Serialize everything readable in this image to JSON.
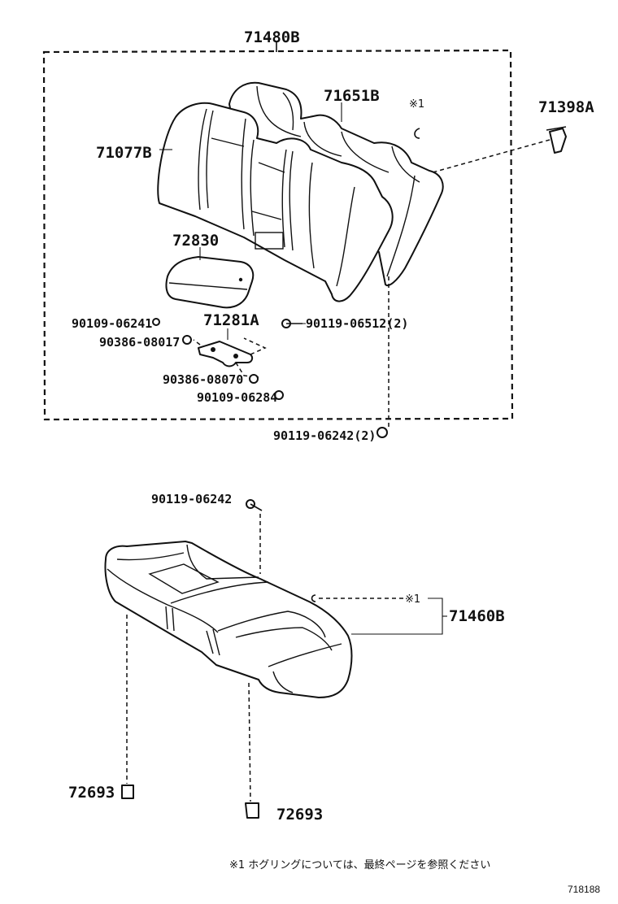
{
  "diagram": {
    "labels": {
      "assy_back": "71480B",
      "cover_a": "71651B",
      "note_mark_top": "※1",
      "clip_a": "71398A",
      "pad_back": "71077B",
      "armrest": "72830",
      "bolt_a": "90109-06241",
      "hinge": "71281A",
      "bolt_b": "90119-06512(2)",
      "nut_a": "90386-08017",
      "nut_b": "90386-08070",
      "bolt_c": "90109-06284",
      "bolt_d": "90119-06242(2)",
      "bolt_e": "90119-06242",
      "note_mark_cushion": "※1",
      "cushion_assy": "71460B",
      "hook_left": "72693",
      "hook_right": "72693"
    },
    "footnote": "※1  ホグリングについては、最終ページを参照ください",
    "figure_number": "718188"
  }
}
